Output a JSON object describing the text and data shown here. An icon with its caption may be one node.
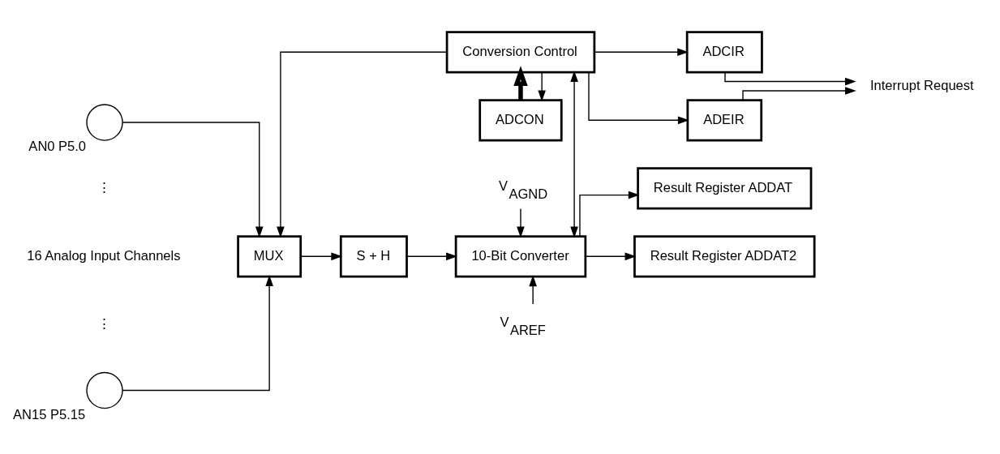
{
  "diagram": {
    "nodes": [
      {
        "text": [
          "ADCON"
        ]
      },
      {
        "text": [
          "Conversion Control"
        ]
      },
      {
        "text": [
          "ADCIR"
        ]
      },
      {
        "text": [
          "ADEIR"
        ]
      },
      {
        "text": [],
        "shape": "circle",
        "beside": [
          "AN0 P5.0"
        ]
      },
      {
        "text": [],
        "shape": "circle",
        "beside": [
          "AN15 P5.15"
        ]
      },
      {
        "text": [
          "MUX"
        ]
      },
      {
        "text": [
          "S + H"
        ]
      },
      {
        "text": [
          "10-Bit Converter"
        ]
      },
      {
        "text": [
          "Result Register ADDAT"
        ]
      },
      {
        "text": [
          "Result Register ADDAT2"
        ]
      },
      {
        "text": [
          "Interrupt Request"
        ]
      },
      {
        "text": [
          "V$_{AREF}$"
        ]
      },
      {
        "text": [
          "V$_{AGND}$"
        ]
      }
    ],
    "edges": [
      {
        "from": 0,
        "to": 1,
        "arrow": "to",
        "style": "thick"
      },
      {
        "from": 1,
        "to": 0,
        "arrow": "to"
      },
      {
        "from": 1,
        "to": 2,
        "arrow": "to"
      },
      {
        "from": 1,
        "to": 3,
        "arrow": "to"
      },
      {
        "from": 2,
        "to": 11,
        "arrow": "to"
      },
      {
        "from": 3,
        "to": 11,
        "arrow": "to"
      },
      {
        "from": 1,
        "to": 6,
        "arrow": "to"
      },
      {
        "from": 4,
        "to": 6,
        "arrow": "to"
      },
      {
        "from": 5,
        "to": 6,
        "arrow": "to"
      },
      {
        "from": 6,
        "to": 7,
        "arrow": "to"
      },
      {
        "from": 7,
        "to": 8,
        "arrow": "to"
      },
      {
        "from": 1,
        "to": 8,
        "arrow": "both"
      },
      {
        "from": 8,
        "to": 9,
        "arrow": "to"
      },
      {
        "from": 8,
        "to": 10,
        "arrow": "to"
      },
      {
        "from": 12,
        "to": 8,
        "arrow": "to"
      },
      {
        "from": 13,
        "to": 8,
        "arrow": "to"
      }
    ],
    "labels": [
      "⋮",
      "16 Analog Input Channels",
      "⋮"
    ]
  }
}
